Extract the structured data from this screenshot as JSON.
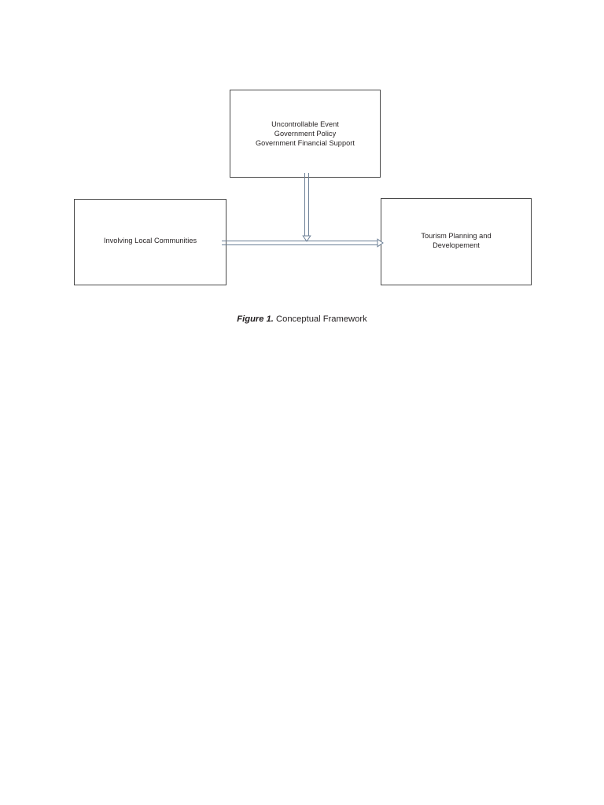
{
  "figure": {
    "caption_label": "Figure 1.",
    "caption_text": " Conceptual Framework",
    "border_color": "#4a4a4a",
    "connector_color": "#6b7f96",
    "text_color": "#231f20",
    "background": "#ffffff"
  },
  "diagram": {
    "type": "flowchart",
    "nodes": [
      {
        "id": "moderator",
        "label": "Uncontrollable Event\nGovernment Policy\nGovernment Financial Support",
        "lines": [
          "Uncontrollable Event",
          "Government Policy",
          "Government Financial Support"
        ]
      },
      {
        "id": "independent",
        "label": "Involving Local Communities",
        "lines": [
          "Involving Local Communities"
        ]
      },
      {
        "id": "dependent",
        "label": "Tourism Planning and\nDevelopement",
        "lines": [
          "Tourism Planning and",
          "Developement"
        ]
      }
    ],
    "edges": [
      {
        "id": "moderating-effect",
        "from": "moderator",
        "to": "main-path",
        "orientation": "vertical",
        "style": "double-line",
        "arrowhead": "end"
      },
      {
        "id": "main-path",
        "from": "independent",
        "to": "dependent",
        "orientation": "horizontal",
        "style": "double-line",
        "arrowhead": "end"
      }
    ]
  }
}
